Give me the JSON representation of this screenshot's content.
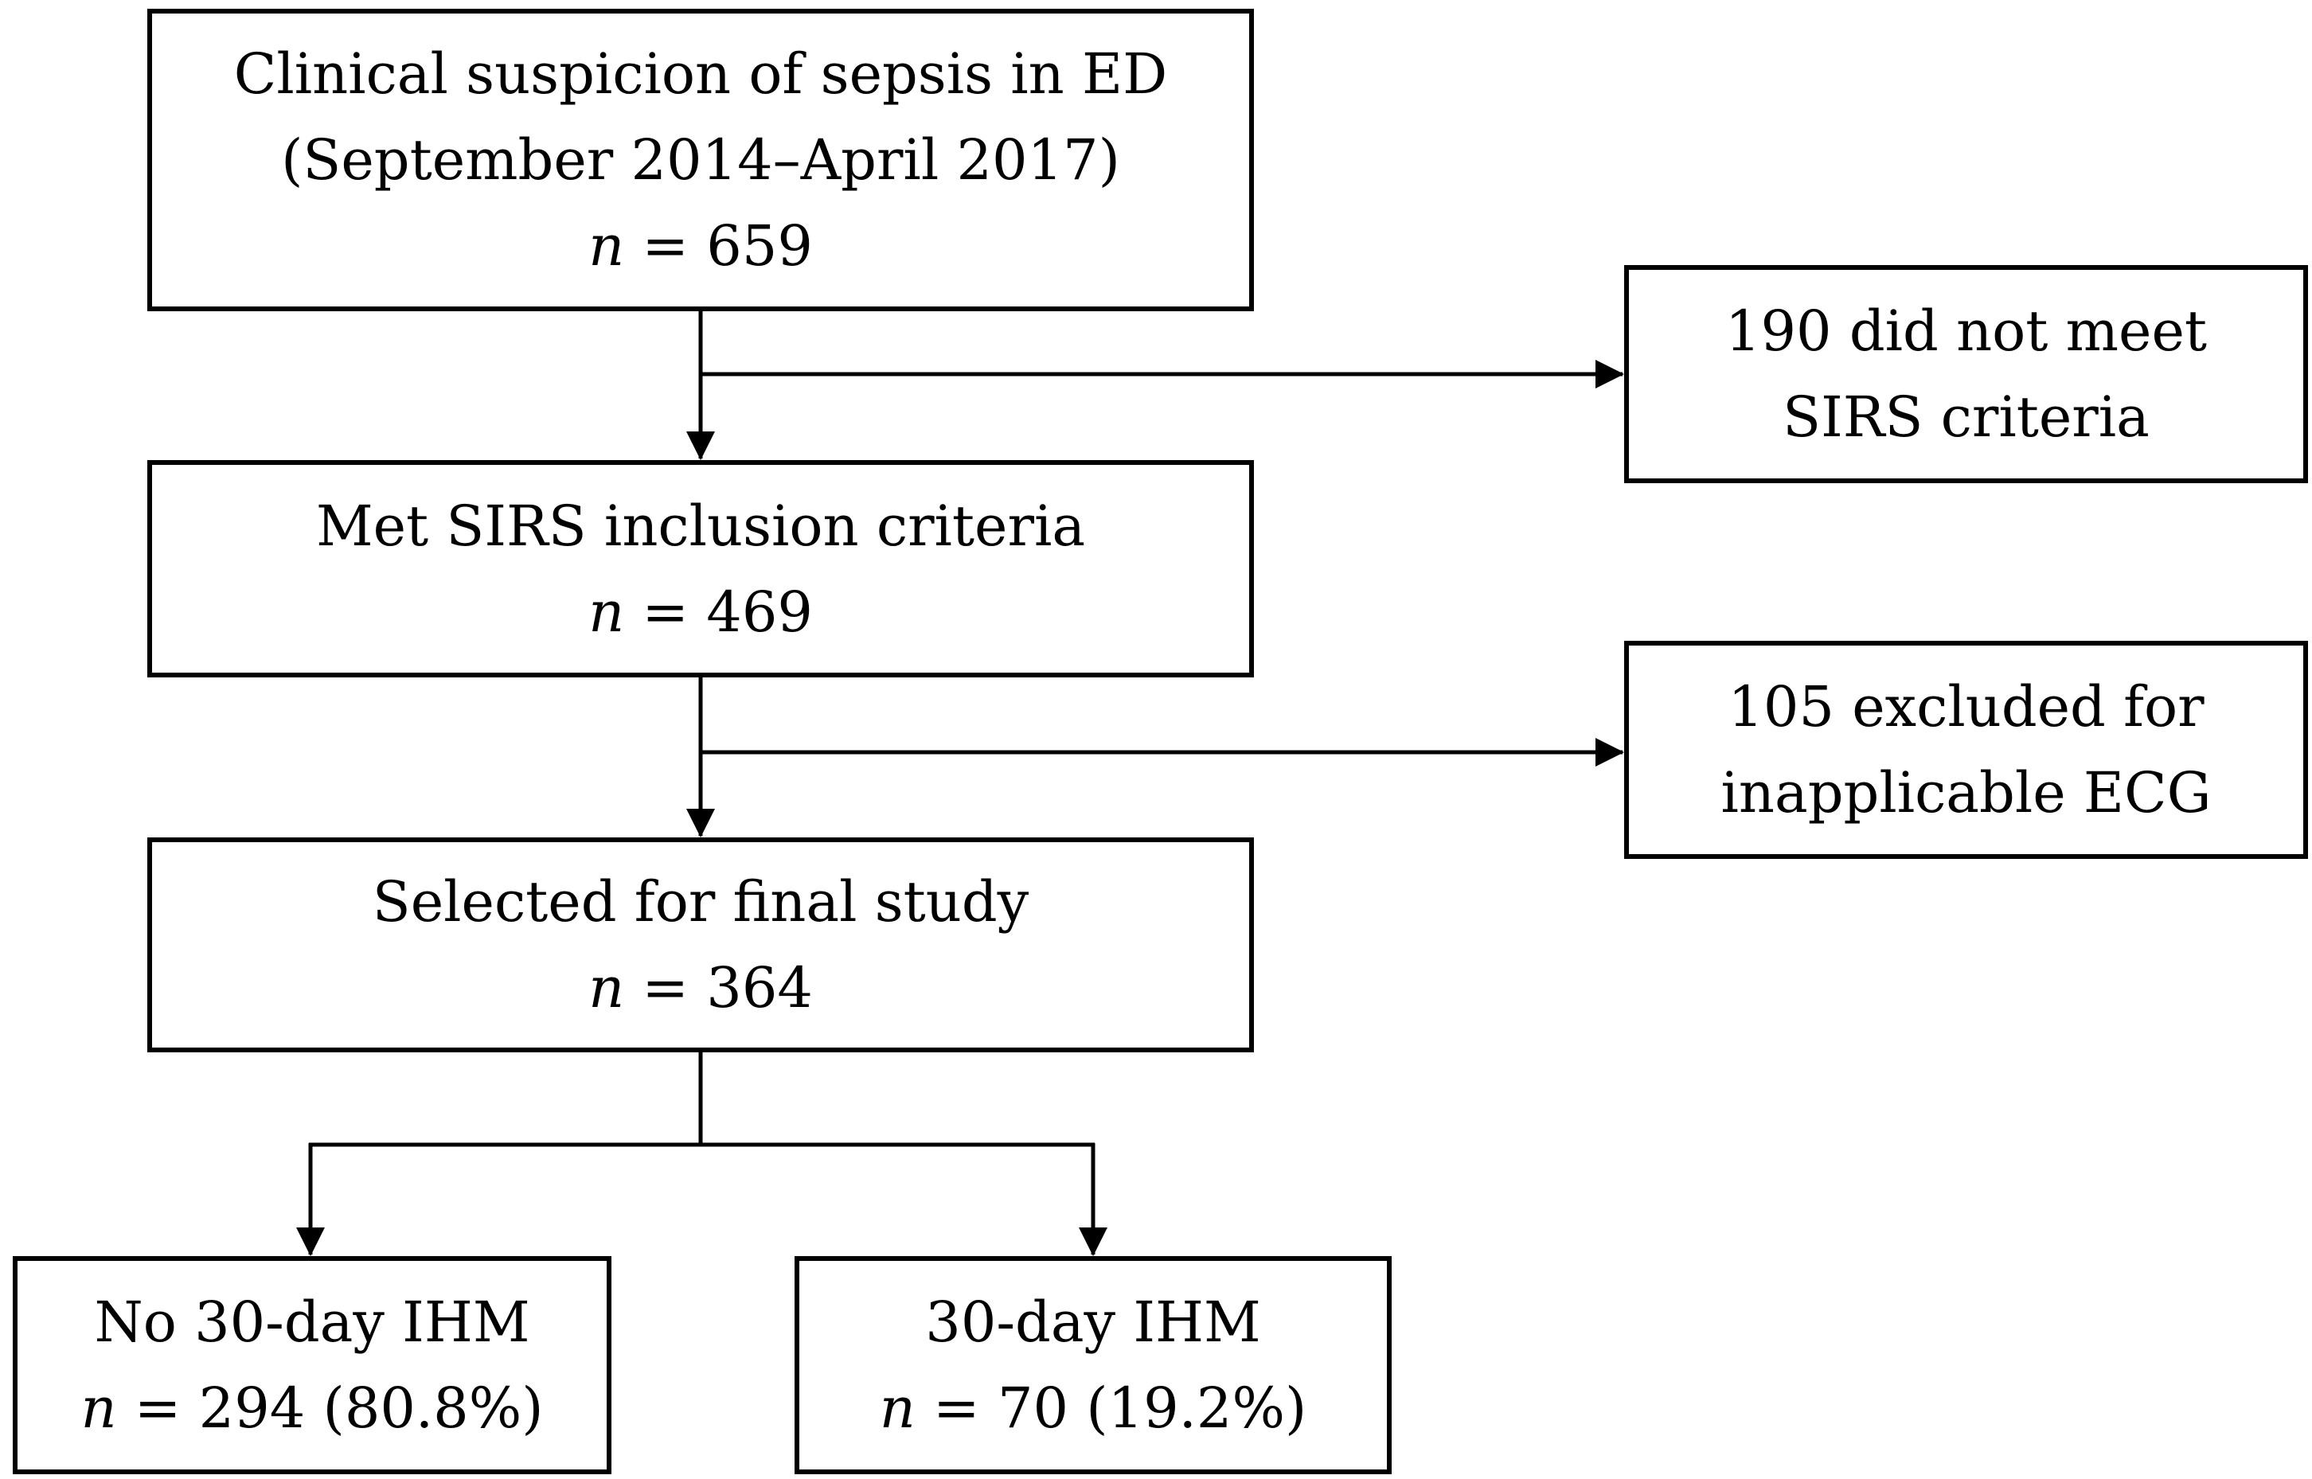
{
  "boxes": {
    "clinical": {
      "line1": "Clinical suspicion of sepsis in ED",
      "line2": "(September 2014–April 2017)",
      "n_symbol": "n",
      "n_value": " = 659"
    },
    "excluded_sirs": {
      "line1": "190 did not meet",
      "line2": "SIRS criteria"
    },
    "met_sirs": {
      "line1": "Met SIRS inclusion criteria",
      "n_symbol": "n",
      "n_value": " = 469"
    },
    "excluded_ecg": {
      "line1": "105 excluded for",
      "line2": "inapplicable ECG"
    },
    "selected": {
      "line1": "Selected for final study",
      "n_symbol": "n",
      "n_value": " = 364"
    },
    "no_ihm": {
      "line1": "No 30-day IHM",
      "n_symbol": "n",
      "n_value": " = 294 (80.8%)"
    },
    "ihm": {
      "line1": "30-day IHM",
      "n_symbol": "n",
      "n_value": " = 70 (19.2%)"
    }
  }
}
